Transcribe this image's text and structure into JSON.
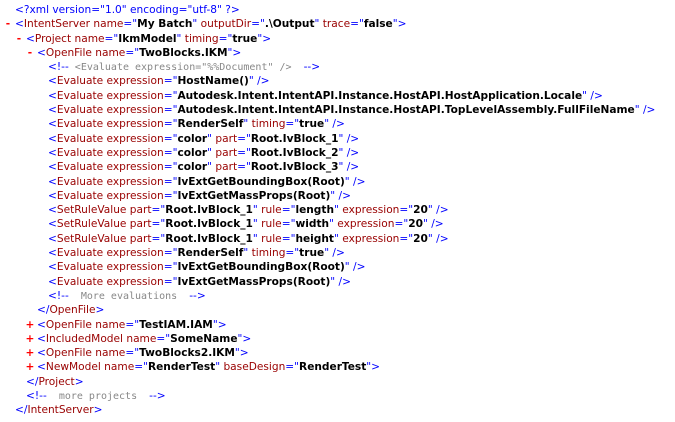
{
  "colors": {
    "markup": "#0000ff",
    "name": "#990000",
    "value": "#000000",
    "comment": "#888888",
    "toggle": "#ff0000"
  },
  "lines": [
    {
      "depth": 0,
      "tokens": [
        [
          "b",
          "<?xml version=\"1.0\" encoding=\"utf-8\" ?>"
        ]
      ]
    },
    {
      "depth": 0,
      "marker": "-",
      "tokens": [
        [
          "b",
          "<"
        ],
        [
          "r",
          "IntentServer name"
        ],
        [
          "b",
          "=\""
        ],
        [
          "k",
          "My Batch"
        ],
        [
          "b",
          "\""
        ],
        [
          "r",
          " outputDir"
        ],
        [
          "b",
          "=\""
        ],
        [
          "k",
          ".\\Output"
        ],
        [
          "b",
          "\""
        ],
        [
          "r",
          " trace"
        ],
        [
          "b",
          "=\""
        ],
        [
          "k",
          "false"
        ],
        [
          "b",
          "\">"
        ]
      ]
    },
    {
      "depth": 1,
      "marker": "-",
      "tokens": [
        [
          "b",
          "<"
        ],
        [
          "r",
          "Project name"
        ],
        [
          "b",
          "=\""
        ],
        [
          "k",
          "IkmModel"
        ],
        [
          "b",
          "\""
        ],
        [
          "r",
          " timing"
        ],
        [
          "b",
          "=\""
        ],
        [
          "k",
          "true"
        ],
        [
          "b",
          "\">"
        ]
      ]
    },
    {
      "depth": 2,
      "marker": "-",
      "tokens": [
        [
          "b",
          "<"
        ],
        [
          "r",
          "OpenFile name"
        ],
        [
          "b",
          "=\""
        ],
        [
          "k",
          "TwoBlocks.IKM"
        ],
        [
          "b",
          "\">"
        ]
      ]
    },
    {
      "depth": 3,
      "tokens": [
        [
          "b",
          "<!--"
        ],
        [
          "c",
          " <Evaluate expression=\"%%Document\" />  "
        ],
        [
          "b",
          "-->"
        ]
      ]
    },
    {
      "depth": 3,
      "tokens": [
        [
          "b",
          "<"
        ],
        [
          "r",
          "Evaluate expression"
        ],
        [
          "b",
          "=\""
        ],
        [
          "k",
          "HostName()"
        ],
        [
          "b",
          "\" />"
        ]
      ]
    },
    {
      "depth": 3,
      "tokens": [
        [
          "b",
          "<"
        ],
        [
          "r",
          "Evaluate expression"
        ],
        [
          "b",
          "=\""
        ],
        [
          "k",
          "Autodesk.Intent.IntentAPI.Instance.HostAPI.HostApplication.Locale"
        ],
        [
          "b",
          "\" />"
        ]
      ]
    },
    {
      "depth": 3,
      "tokens": [
        [
          "b",
          "<"
        ],
        [
          "r",
          "Evaluate expression"
        ],
        [
          "b",
          "=\""
        ],
        [
          "k",
          "Autodesk.Intent.IntentAPI.Instance.HostAPI.TopLevelAssembly.FullFileName"
        ],
        [
          "b",
          "\" />"
        ]
      ]
    },
    {
      "depth": 3,
      "tokens": [
        [
          "b",
          "<"
        ],
        [
          "r",
          "Evaluate expression"
        ],
        [
          "b",
          "=\""
        ],
        [
          "k",
          "RenderSelf"
        ],
        [
          "b",
          "\""
        ],
        [
          "r",
          " timing"
        ],
        [
          "b",
          "=\""
        ],
        [
          "k",
          "true"
        ],
        [
          "b",
          "\" />"
        ]
      ]
    },
    {
      "depth": 3,
      "tokens": [
        [
          "b",
          "<"
        ],
        [
          "r",
          "Evaluate expression"
        ],
        [
          "b",
          "=\""
        ],
        [
          "k",
          "color"
        ],
        [
          "b",
          "\""
        ],
        [
          "r",
          " part"
        ],
        [
          "b",
          "=\""
        ],
        [
          "k",
          "Root.IvBlock_1"
        ],
        [
          "b",
          "\" />"
        ]
      ]
    },
    {
      "depth": 3,
      "tokens": [
        [
          "b",
          "<"
        ],
        [
          "r",
          "Evaluate expression"
        ],
        [
          "b",
          "=\""
        ],
        [
          "k",
          "color"
        ],
        [
          "b",
          "\""
        ],
        [
          "r",
          " part"
        ],
        [
          "b",
          "=\""
        ],
        [
          "k",
          "Root.IvBlock_2"
        ],
        [
          "b",
          "\" />"
        ]
      ]
    },
    {
      "depth": 3,
      "tokens": [
        [
          "b",
          "<"
        ],
        [
          "r",
          "Evaluate expression"
        ],
        [
          "b",
          "=\""
        ],
        [
          "k",
          "color"
        ],
        [
          "b",
          "\""
        ],
        [
          "r",
          " part"
        ],
        [
          "b",
          "=\""
        ],
        [
          "k",
          "Root.IvBlock_3"
        ],
        [
          "b",
          "\" />"
        ]
      ]
    },
    {
      "depth": 3,
      "tokens": [
        [
          "b",
          "<"
        ],
        [
          "r",
          "Evaluate expression"
        ],
        [
          "b",
          "=\""
        ],
        [
          "k",
          "IvExtGetBoundingBox(Root)"
        ],
        [
          "b",
          "\" />"
        ]
      ]
    },
    {
      "depth": 3,
      "tokens": [
        [
          "b",
          "<"
        ],
        [
          "r",
          "Evaluate expression"
        ],
        [
          "b",
          "=\""
        ],
        [
          "k",
          "IvExtGetMassProps(Root)"
        ],
        [
          "b",
          "\" />"
        ]
      ]
    },
    {
      "depth": 3,
      "tokens": [
        [
          "b",
          "<"
        ],
        [
          "r",
          "SetRuleValue part"
        ],
        [
          "b",
          "=\""
        ],
        [
          "k",
          "Root.IvBlock_1"
        ],
        [
          "b",
          "\""
        ],
        [
          "r",
          " rule"
        ],
        [
          "b",
          "=\""
        ],
        [
          "k",
          "length"
        ],
        [
          "b",
          "\""
        ],
        [
          "r",
          " expression"
        ],
        [
          "b",
          "=\""
        ],
        [
          "k",
          "20"
        ],
        [
          "b",
          "\" />"
        ]
      ]
    },
    {
      "depth": 3,
      "tokens": [
        [
          "b",
          "<"
        ],
        [
          "r",
          "SetRuleValue part"
        ],
        [
          "b",
          "=\""
        ],
        [
          "k",
          "Root.IvBlock_1"
        ],
        [
          "b",
          "\""
        ],
        [
          "r",
          " rule"
        ],
        [
          "b",
          "=\""
        ],
        [
          "k",
          "width"
        ],
        [
          "b",
          "\""
        ],
        [
          "r",
          " expression"
        ],
        [
          "b",
          "=\""
        ],
        [
          "k",
          "20"
        ],
        [
          "b",
          "\" />"
        ]
      ]
    },
    {
      "depth": 3,
      "tokens": [
        [
          "b",
          "<"
        ],
        [
          "r",
          "SetRuleValue part"
        ],
        [
          "b",
          "=\""
        ],
        [
          "k",
          "Root.IvBlock_1"
        ],
        [
          "b",
          "\""
        ],
        [
          "r",
          " rule"
        ],
        [
          "b",
          "=\""
        ],
        [
          "k",
          "height"
        ],
        [
          "b",
          "\""
        ],
        [
          "r",
          " expression"
        ],
        [
          "b",
          "=\""
        ],
        [
          "k",
          "20"
        ],
        [
          "b",
          "\" />"
        ]
      ]
    },
    {
      "depth": 3,
      "tokens": [
        [
          "b",
          "<"
        ],
        [
          "r",
          "Evaluate expression"
        ],
        [
          "b",
          "=\""
        ],
        [
          "k",
          "RenderSelf"
        ],
        [
          "b",
          "\""
        ],
        [
          "r",
          " timing"
        ],
        [
          "b",
          "=\""
        ],
        [
          "k",
          "true"
        ],
        [
          "b",
          "\" />"
        ]
      ]
    },
    {
      "depth": 3,
      "tokens": [
        [
          "b",
          "<"
        ],
        [
          "r",
          "Evaluate expression"
        ],
        [
          "b",
          "=\""
        ],
        [
          "k",
          "IvExtGetBoundingBox(Root)"
        ],
        [
          "b",
          "\" />"
        ]
      ]
    },
    {
      "depth": 3,
      "tokens": [
        [
          "b",
          "<"
        ],
        [
          "r",
          "Evaluate expression"
        ],
        [
          "b",
          "=\""
        ],
        [
          "k",
          "IvExtGetMassProps(Root)"
        ],
        [
          "b",
          "\" />"
        ]
      ]
    },
    {
      "depth": 3,
      "tokens": [
        [
          "b",
          "<!--"
        ],
        [
          "c",
          "  More evaluations  "
        ],
        [
          "b",
          "-->"
        ]
      ]
    },
    {
      "depth": 2,
      "tokens": [
        [
          "b",
          "</"
        ],
        [
          "r",
          "OpenFile"
        ],
        [
          "b",
          ">"
        ]
      ]
    },
    {
      "depth": 2,
      "marker": "+",
      "tokens": [
        [
          "b",
          "<"
        ],
        [
          "r",
          "OpenFile name"
        ],
        [
          "b",
          "=\""
        ],
        [
          "k",
          "TestIAM.IAM"
        ],
        [
          "b",
          "\">"
        ]
      ]
    },
    {
      "depth": 2,
      "marker": "+",
      "tokens": [
        [
          "b",
          "<"
        ],
        [
          "r",
          "IncludedModel name"
        ],
        [
          "b",
          "=\""
        ],
        [
          "k",
          "SomeName"
        ],
        [
          "b",
          "\">"
        ]
      ]
    },
    {
      "depth": 2,
      "marker": "+",
      "tokens": [
        [
          "b",
          "<"
        ],
        [
          "r",
          "OpenFile name"
        ],
        [
          "b",
          "=\""
        ],
        [
          "k",
          "TwoBlocks2.IKM"
        ],
        [
          "b",
          "\">"
        ]
      ]
    },
    {
      "depth": 2,
      "marker": "+",
      "tokens": [
        [
          "b",
          "<"
        ],
        [
          "r",
          "NewModel name"
        ],
        [
          "b",
          "=\""
        ],
        [
          "k",
          "RenderTest"
        ],
        [
          "b",
          "\""
        ],
        [
          "r",
          " baseDesign"
        ],
        [
          "b",
          "=\""
        ],
        [
          "k",
          "RenderTest"
        ],
        [
          "b",
          "\">"
        ]
      ]
    },
    {
      "depth": 1,
      "tokens": [
        [
          "b",
          "</"
        ],
        [
          "r",
          "Project"
        ],
        [
          "b",
          ">"
        ]
      ]
    },
    {
      "depth": 1,
      "tokens": [
        [
          "b",
          "<!--"
        ],
        [
          "c",
          "  more projects  "
        ],
        [
          "b",
          "-->"
        ]
      ]
    },
    {
      "depth": 0,
      "tokens": [
        [
          "b",
          "</"
        ],
        [
          "r",
          "IntentServer"
        ],
        [
          "b",
          ">"
        ]
      ]
    }
  ]
}
